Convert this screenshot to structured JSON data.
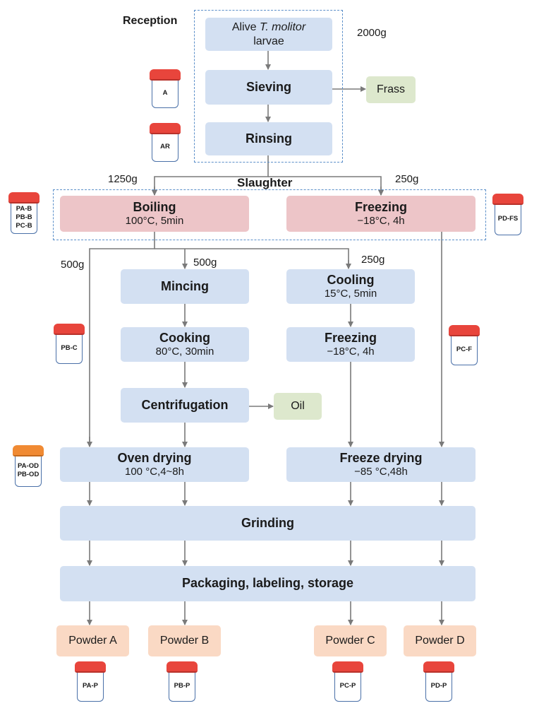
{
  "steps": {
    "reception": "Reception",
    "alive_prefix": "Alive ",
    "alive_species": "T. molitor",
    "alive_suffix": "larvae",
    "sieving": "Sieving",
    "frass": "Frass",
    "rinsing": "Rinsing",
    "slaughter": "Slaughter",
    "boiling": "Boiling",
    "boiling_cond": "100°C, 5min",
    "freezing": "Freezing",
    "freezing_cond": "−18°C, 4h",
    "mincing": "Mincing",
    "cooking": "Cooking",
    "cooking_cond": "80°C, 30min",
    "centrifugation": "Centrifugation",
    "oil": "Oil",
    "cooling": "Cooling",
    "cooling_cond": "15°C, 5min",
    "freezing2": "Freezing",
    "freezing2_cond": "−18°C, 4h",
    "oven_drying": "Oven drying",
    "oven_cond": "100 °C,4~8h",
    "freeze_drying": "Freeze drying",
    "freeze_drying_cond": "−85 °C,48h",
    "grinding": "Grinding",
    "packaging": "Packaging, labeling, storage"
  },
  "quantities": {
    "q2000": "2000g",
    "q1250": "1250g",
    "q250a": "250g",
    "q500a": "500g",
    "q500b": "500g",
    "q250b": "250g"
  },
  "powders": [
    "Powder A",
    "Powder B",
    "Powder C",
    "Powder D"
  ],
  "samples": {
    "A": [
      "A"
    ],
    "AR": [
      "AR"
    ],
    "boil": [
      "PA-B",
      "PB-B",
      "PC-B"
    ],
    "fs": [
      "PD-FS"
    ],
    "pbc": [
      "PB-C"
    ],
    "pcf": [
      "PC-F"
    ],
    "od": [
      "PA-OD",
      "PB-OD"
    ],
    "pap": [
      "PA-P"
    ],
    "pbp": [
      "PB-P"
    ],
    "pcp": [
      "PC-P"
    ],
    "pdp": [
      "PD-P"
    ]
  },
  "colors": {
    "process_box": "#d3e0f2",
    "slaughter_box": "#edc5c8",
    "byproduct_box": "#dde8cd",
    "powder_box": "#fad9c4",
    "jar_lid": "#e8453c",
    "jar_lid_oven": "#f08a33",
    "dashed_border": "#5b8fc9",
    "arrow": "#7a7a7a"
  }
}
